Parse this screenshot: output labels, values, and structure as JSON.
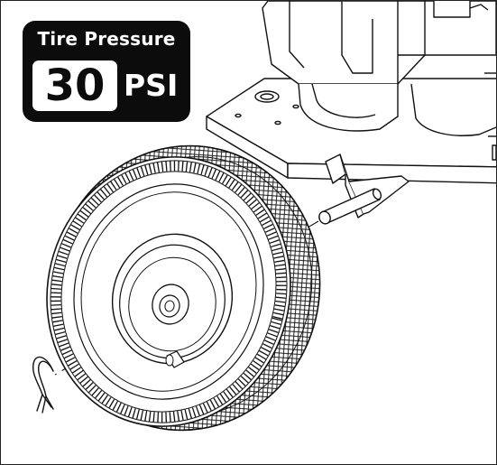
{
  "badge": {
    "title": "Tire Pressure",
    "value": "30",
    "unit": "PSI"
  },
  "colors": {
    "line": "#111111",
    "badge_background": "#0c0c0c",
    "badge_text": "#ffffff"
  },
  "icons": {
    "wheel": "tire-wheel-icon",
    "axle": "axle-pin-icon",
    "clip": "hairpin-cotter-icon",
    "frame": "machine-frame-icon"
  }
}
